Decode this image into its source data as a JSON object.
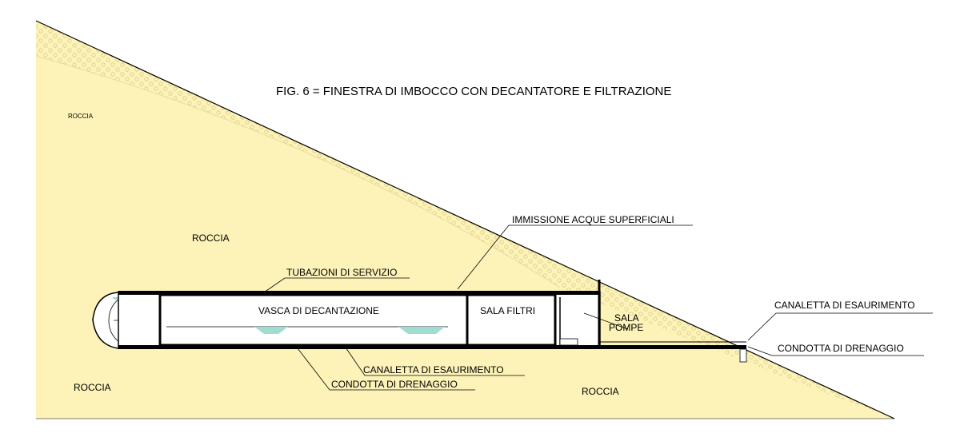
{
  "title": "FIG. 6 =  FINESTRA DI IMBOCCO CON DECANTATORE E FILTRAZIONE",
  "labels": {
    "roccia_small": "ROCCIA",
    "roccia_mid": "ROCCIA",
    "roccia_bottom_left": "ROCCIA",
    "roccia_bottom_right": "ROCCIA",
    "immissione": "IMMISSIONE ACQUE SUPERFICIALI",
    "tubazioni": "TUBAZIONI DI SERVIZIO",
    "vasca": "VASCA DI DECANTAZIONE",
    "sala_filtri": "SALA FILTRI",
    "sala_pompe_1": "SALA",
    "sala_pompe_2": "POMPE",
    "canaletta_right": "CANALETTA DI ESAURIMENTO",
    "condotta_right": "CONDOTTA DI DRENAGGIO",
    "canaletta_bottom": "CANALETTA DI ESAURIMENTO",
    "condotta_bottom": "CONDOTTA DI DRENAGGIO"
  },
  "colors": {
    "rock_fill": "#fdf3b8",
    "soil_fill": "#fbf1b3",
    "pattern_stroke": "#d6cc8a",
    "water": "#9fdcd2",
    "line": "#000000"
  }
}
